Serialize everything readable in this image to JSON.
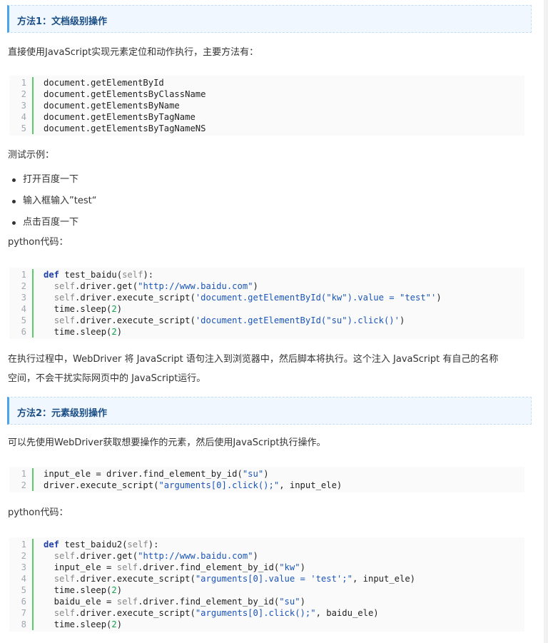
{
  "section1": {
    "heading": "方法1：文档级别操作",
    "intro": "直接使用JavaScript实现元素定位和动作执行，主要方法有：",
    "methods_code": [
      {
        "num": "1",
        "text": "document.getElementById"
      },
      {
        "num": "2",
        "text": "document.getElementsByClassName"
      },
      {
        "num": "3",
        "text": "document.getElementsByName"
      },
      {
        "num": "4",
        "text": "document.getElementsByTagName"
      },
      {
        "num": "5",
        "text": "document.getElementsByTagNameNS"
      }
    ],
    "example_label": "测试示例：",
    "steps": [
      "打开百度一下",
      "输入框输入”test“",
      "点击百度一下"
    ],
    "python_label": "python代码：",
    "python_code": [
      {
        "num": "1",
        "text": "def test_baidu(self):"
      },
      {
        "num": "2",
        "text": "  self.driver.get(\"http://www.baidu.com\")"
      },
      {
        "num": "3",
        "text": "  self.driver.execute_script('document.getElementById(\"kw\").value = \"test\"')"
      },
      {
        "num": "4",
        "text": "  time.sleep(2)"
      },
      {
        "num": "5",
        "text": "  self.driver.execute_script('document.getElementById(\"su\").click()')"
      },
      {
        "num": "6",
        "text": "  time.sleep(2)"
      }
    ],
    "explanation_line1": "在执行过程中，WebDriver 将 JavaScript 语句注入到浏览器中，然后脚本将执行。这个注入 JavaScript 有自己的名称",
    "explanation_line2": "空间，不会干扰实际网页中的 JavaScript运行。"
  },
  "section2": {
    "heading": "方法2：元素级别操作",
    "intro": "可以先使用WebDriver获取想要操作的元素，然后使用JavaScript执行操作。",
    "snippet_code": [
      {
        "num": "1",
        "text": "input_ele = driver.find_element_by_id(\"su\")"
      },
      {
        "num": "2",
        "text": "driver.execute_script(\"arguments[0].click();\", input_ele)"
      }
    ],
    "python_label": "python代码：",
    "python_code": [
      {
        "num": "1",
        "text": "def test_baidu2(self):"
      },
      {
        "num": "2",
        "text": "  self.driver.get(\"http://www.baidu.com\")"
      },
      {
        "num": "3",
        "text": "  input_ele = self.driver.find_element_by_id(\"kw\")"
      },
      {
        "num": "4",
        "text": "  self.driver.execute_script(\"arguments[0].value = 'test';\", input_ele)"
      },
      {
        "num": "5",
        "text": "  time.sleep(2)"
      },
      {
        "num": "6",
        "text": "  baidu_ele = self.driver.find_element_by_id(\"su\")"
      },
      {
        "num": "7",
        "text": "  self.driver.execute_script(\"arguments[0].click();\", baidu_ele)"
      },
      {
        "num": "8",
        "text": "  time.sleep(2)"
      }
    ]
  }
}
